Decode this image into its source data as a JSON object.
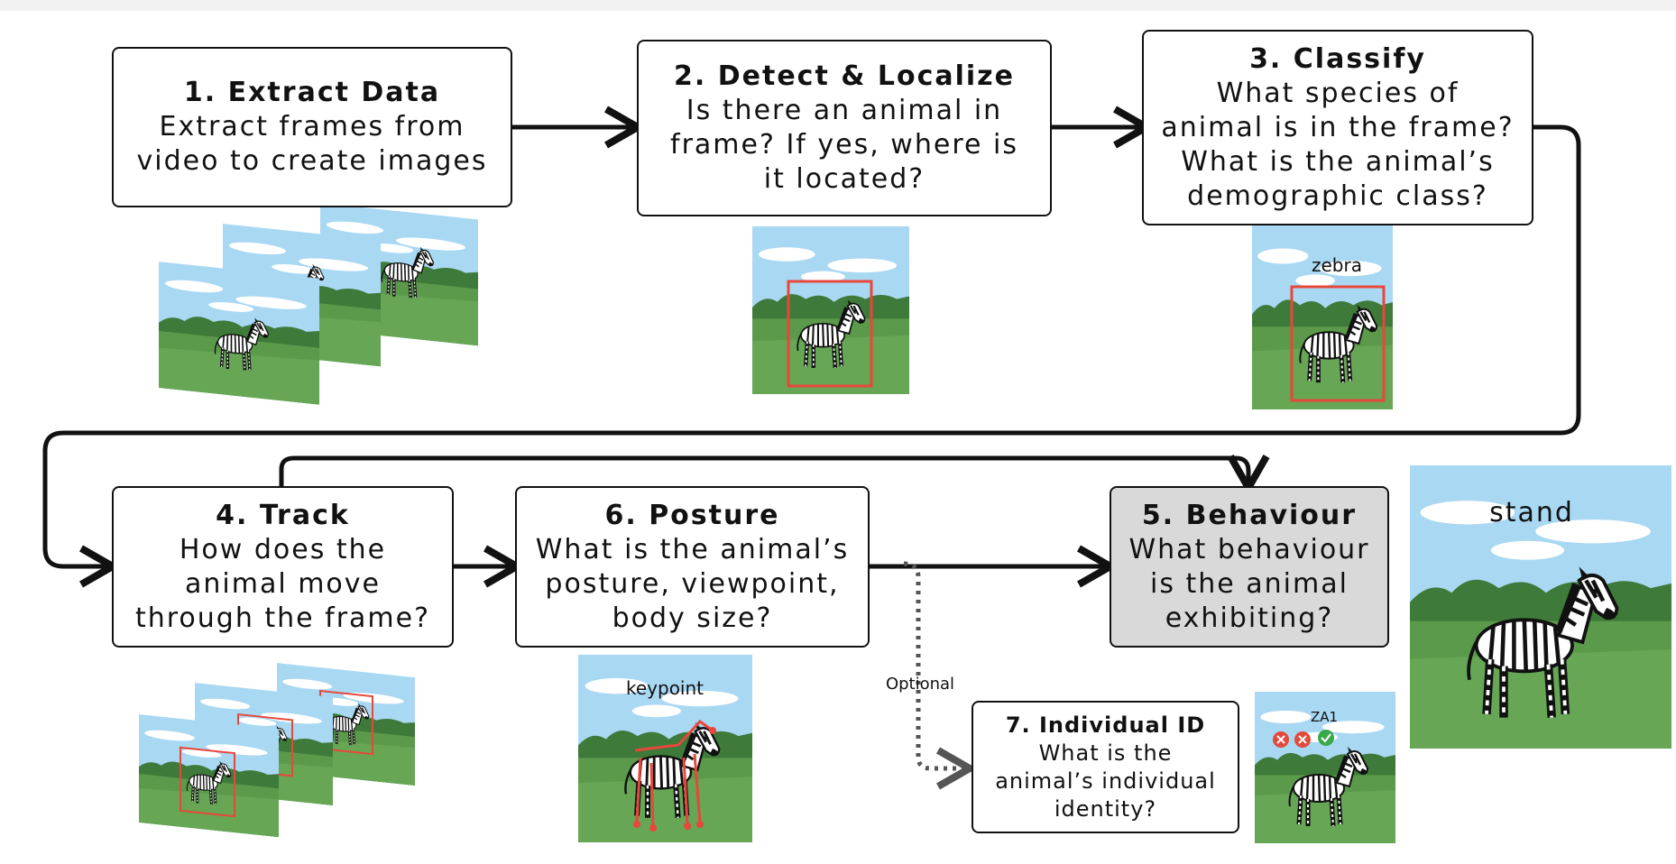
{
  "steps": [
    {
      "id": "1",
      "title": "1. Extract Data",
      "lines": [
        "Extract frames from",
        "video to create images"
      ]
    },
    {
      "id": "2",
      "title": "2. Detect & Localize",
      "lines": [
        "Is there an animal in",
        "frame? If yes, where is",
        "it located?"
      ]
    },
    {
      "id": "3",
      "title": "3. Classify",
      "lines": [
        "What species of",
        "animal is in the frame?",
        "What is the animal’s",
        "demographic class?"
      ]
    },
    {
      "id": "4",
      "title": "4. Track",
      "lines": [
        "How does the",
        "animal move",
        "through the frame?"
      ]
    },
    {
      "id": "6",
      "title": "6. Posture",
      "lines": [
        "What is the animal’s",
        "posture, viewpoint,",
        "body size?"
      ]
    },
    {
      "id": "5",
      "title": "5. Behaviour",
      "lines": [
        "What behaviour",
        "is the animal",
        "exhibiting?"
      ]
    },
    {
      "id": "7",
      "title": "7. Individual ID",
      "lines": [
        "What is the",
        "animal’s individual",
        "identity?"
      ]
    }
  ],
  "image_labels": {
    "classify": "zebra",
    "posture": "keypoint",
    "behaviour": "stand",
    "individual": "ZA1"
  },
  "optional_label": "Optional",
  "colors": {
    "sky": "#a9d8f3",
    "grass": "#5b9a4a",
    "trees": "#3e7a3a",
    "bbox": "#e8473b",
    "box_grey": "#d9d9d9",
    "check_green": "#3aa84a",
    "cross_red": "#e24a3b"
  },
  "icons": [
    "zebra-illustration",
    "bounding-box",
    "check-icon",
    "cross-icon",
    "arrow"
  ]
}
